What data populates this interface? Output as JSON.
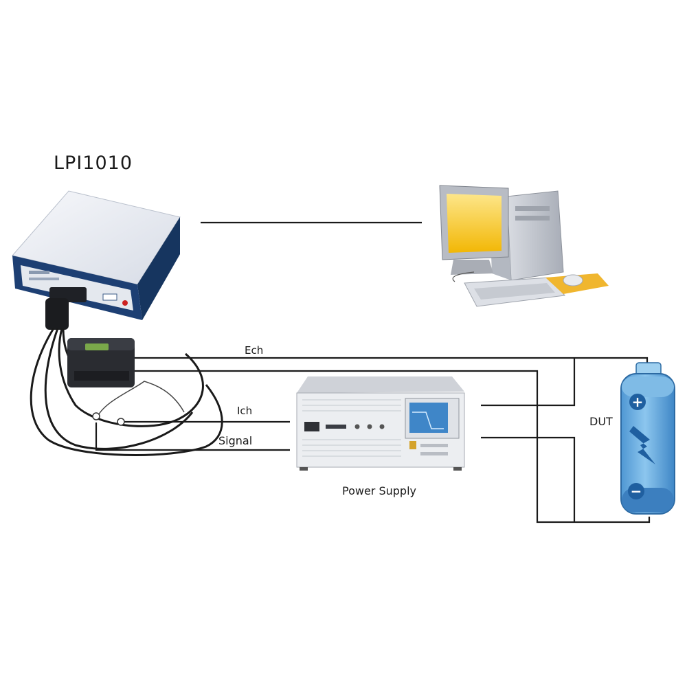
{
  "device": {
    "title": "LPI1010"
  },
  "wires": {
    "ech": "Ech",
    "ich": "Ich",
    "signal": "Signal"
  },
  "power_supply": {
    "label": "Power Supply"
  },
  "battery": {
    "label": "DUT",
    "plus": "+",
    "minus": "−"
  },
  "colors": {
    "wire": "#1a1a1a",
    "device_body": "#eef1f6",
    "device_trim": "#1d3f73",
    "monitor_screen": "#f7c81c",
    "pc_gray": "#c9ccd3",
    "mousepad": "#f0b62f",
    "ps_screen": "#3f86c8",
    "battery_body": "#63a9df",
    "battery_terminal": "#9fd0f0"
  },
  "icons": [
    "analyzer-device-icon",
    "desktop-computer-icon",
    "current-clamp-icon",
    "power-supply-icon",
    "battery-icon",
    "lightning-icon"
  ]
}
